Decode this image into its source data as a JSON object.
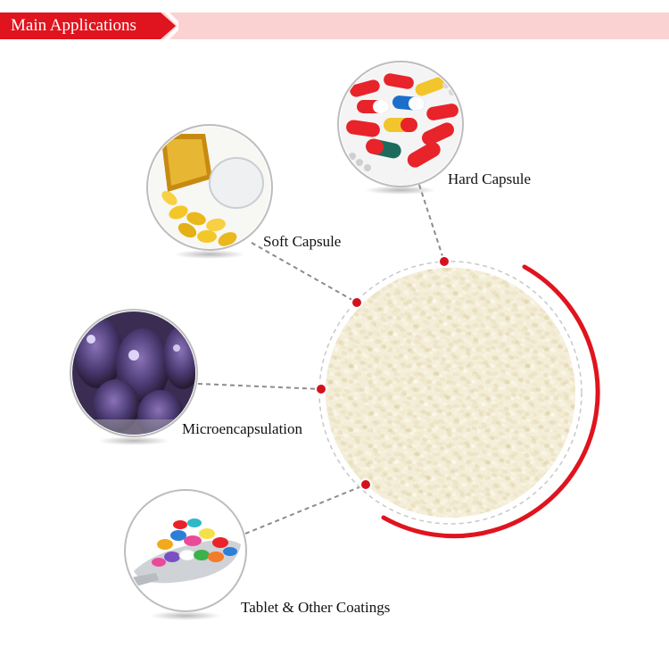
{
  "header": {
    "title": "Main Applications",
    "accent_color": "#e0141e",
    "band_color": "#fbd2d2"
  },
  "center": {
    "image": "gelatin-granules",
    "color": "#f2ead0"
  },
  "applications": [
    {
      "label": "Hard Capsule",
      "icon": "hard-capsule-photo"
    },
    {
      "label": "Soft Capsule",
      "icon": "soft-capsule-photo"
    },
    {
      "label": "Microencapsulation",
      "icon": "microencapsulation-photo"
    },
    {
      "label": "Tablet & Other Coatings",
      "icon": "tablet-coatings-photo"
    }
  ]
}
